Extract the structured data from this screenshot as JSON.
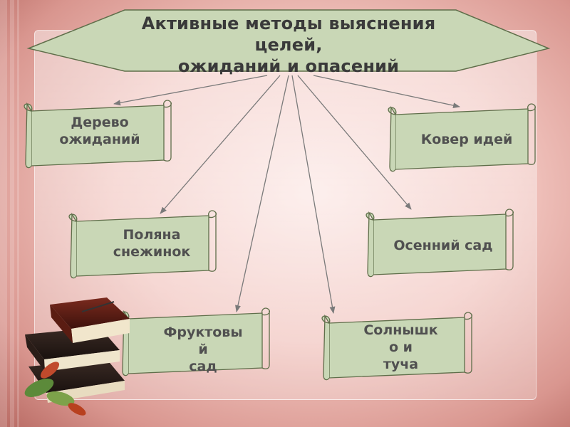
{
  "title": {
    "lines": [
      "Активные методы выяснения",
      "целей,",
      "ожиданий и опасений"
    ]
  },
  "nodes": [
    {
      "id": "derevo",
      "lines": [
        "Дерево",
        "ожиданий"
      ]
    },
    {
      "id": "kover",
      "lines": [
        "Ковер идей"
      ]
    },
    {
      "id": "polyana",
      "lines": [
        "Поляна",
        "снежинок"
      ]
    },
    {
      "id": "osenniy",
      "lines": [
        "Осенний сад"
      ]
    },
    {
      "id": "fruktoviy",
      "lines": [
        "Фруктовы",
        "й",
        "сад"
      ]
    },
    {
      "id": "solnyshko",
      "lines": [
        "Солнышк",
        "о и",
        "туча"
      ]
    }
  ],
  "colors": {
    "box_fill": "#c9d7b6",
    "box_stroke": "#5f6e4a",
    "banner_fill": "#c9d7b6",
    "arrow": "#7a7a7a"
  }
}
